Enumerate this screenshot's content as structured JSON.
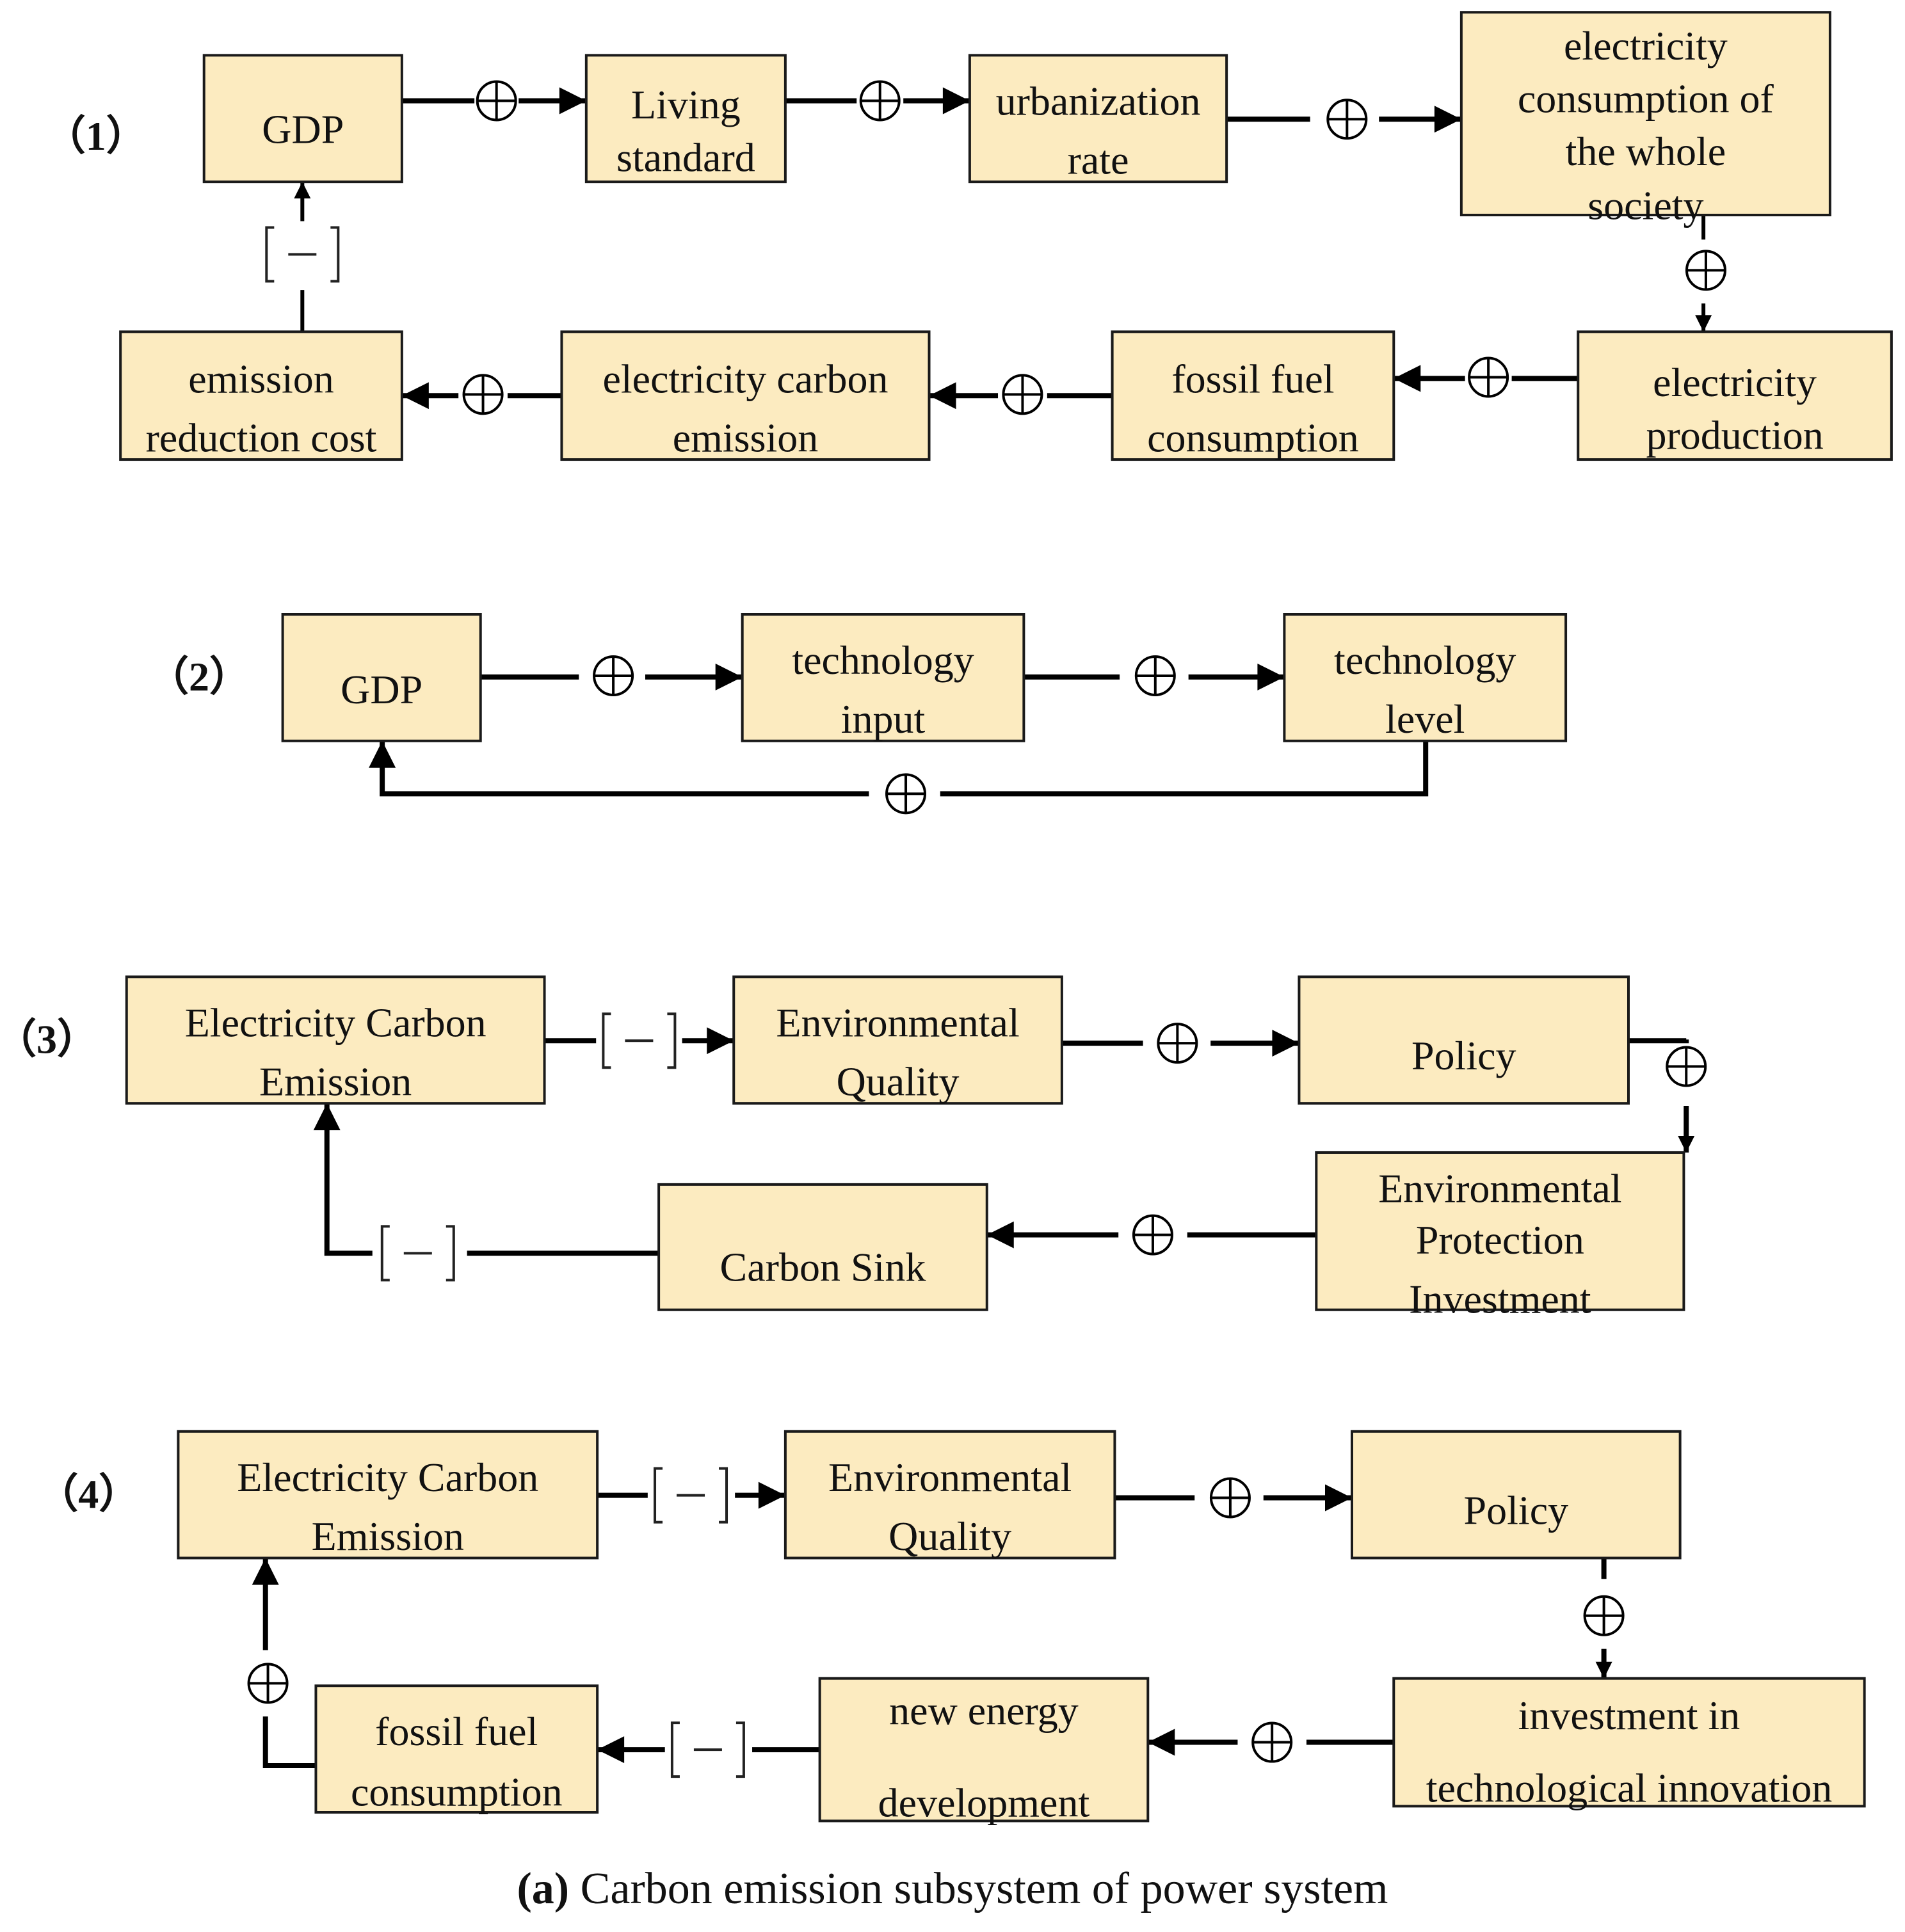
{
  "loops": [
    {
      "label": "（1）",
      "nodes": [
        {
          "id": "gdp",
          "lines": [
            "GDP"
          ]
        },
        {
          "id": "living-standard",
          "lines": [
            "Living",
            "standard"
          ]
        },
        {
          "id": "urbanization-rate",
          "lines": [
            "urbanization",
            "rate"
          ]
        },
        {
          "id": "electricity-consumption",
          "lines": [
            "electricity",
            "consumption of",
            "the whole",
            "society"
          ]
        },
        {
          "id": "electricity-production",
          "lines": [
            "electricity",
            "production"
          ]
        },
        {
          "id": "fossil-fuel-consumption",
          "lines": [
            "fossil fuel",
            "consumption"
          ]
        },
        {
          "id": "electricity-carbon-emission",
          "lines": [
            "electricity carbon",
            "emission"
          ]
        },
        {
          "id": "emission-reduction-cost",
          "lines": [
            "emission",
            "reduction cost"
          ]
        }
      ],
      "links": [
        {
          "from": "gdp",
          "to": "living-standard",
          "sign": "+"
        },
        {
          "from": "living-standard",
          "to": "urbanization-rate",
          "sign": "+"
        },
        {
          "from": "urbanization-rate",
          "to": "electricity-consumption",
          "sign": "+"
        },
        {
          "from": "electricity-consumption",
          "to": "electricity-production",
          "sign": "+"
        },
        {
          "from": "electricity-production",
          "to": "fossil-fuel-consumption",
          "sign": "+"
        },
        {
          "from": "fossil-fuel-consumption",
          "to": "electricity-carbon-emission",
          "sign": "+"
        },
        {
          "from": "electricity-carbon-emission",
          "to": "emission-reduction-cost",
          "sign": "+"
        },
        {
          "from": "emission-reduction-cost",
          "to": "gdp",
          "sign": "-"
        }
      ]
    },
    {
      "label": "（2）",
      "nodes": [
        {
          "id": "gdp",
          "lines": [
            "GDP"
          ]
        },
        {
          "id": "technology-input",
          "lines": [
            "technology",
            "input"
          ]
        },
        {
          "id": "technology-level",
          "lines": [
            "technology",
            "level"
          ]
        }
      ],
      "links": [
        {
          "from": "gdp",
          "to": "technology-input",
          "sign": "+"
        },
        {
          "from": "technology-input",
          "to": "technology-level",
          "sign": "+"
        },
        {
          "from": "technology-level",
          "to": "gdp",
          "sign": "+"
        }
      ]
    },
    {
      "label": "（3）",
      "nodes": [
        {
          "id": "electricity-carbon-emission",
          "lines": [
            "Electricity Carbon",
            "Emission"
          ]
        },
        {
          "id": "environmental-quality",
          "lines": [
            "Environmental",
            "Quality"
          ]
        },
        {
          "id": "policy",
          "lines": [
            "Policy"
          ]
        },
        {
          "id": "environmental-protection-investment",
          "lines": [
            "Environmental",
            "Protection",
            "Investment"
          ]
        },
        {
          "id": "carbon-sink",
          "lines": [
            "Carbon Sink"
          ]
        }
      ],
      "links": [
        {
          "from": "electricity-carbon-emission",
          "to": "environmental-quality",
          "sign": "-"
        },
        {
          "from": "environmental-quality",
          "to": "policy",
          "sign": "+"
        },
        {
          "from": "policy",
          "to": "environmental-protection-investment",
          "sign": "+"
        },
        {
          "from": "environmental-protection-investment",
          "to": "carbon-sink",
          "sign": "+"
        },
        {
          "from": "carbon-sink",
          "to": "electricity-carbon-emission",
          "sign": "-"
        }
      ]
    },
    {
      "label": "（4）",
      "nodes": [
        {
          "id": "electricity-carbon-emission",
          "lines": [
            "Electricity Carbon",
            "Emission"
          ]
        },
        {
          "id": "environmental-quality",
          "lines": [
            "Environmental",
            "Quality"
          ]
        },
        {
          "id": "policy",
          "lines": [
            "Policy"
          ]
        },
        {
          "id": "investment-technological-innovation",
          "lines": [
            "investment in",
            "technological innovation"
          ]
        },
        {
          "id": "new-energy-development",
          "lines": [
            "new energy",
            "development"
          ]
        },
        {
          "id": "fossil-fuel-consumption",
          "lines": [
            "fossil fuel",
            "consumption"
          ]
        }
      ],
      "links": [
        {
          "from": "electricity-carbon-emission",
          "to": "environmental-quality",
          "sign": "-"
        },
        {
          "from": "environmental-quality",
          "to": "policy",
          "sign": "+"
        },
        {
          "from": "policy",
          "to": "investment-technological-innovation",
          "sign": "+"
        },
        {
          "from": "investment-technological-innovation",
          "to": "new-energy-development",
          "sign": "+"
        },
        {
          "from": "new-energy-development",
          "to": "fossil-fuel-consumption",
          "sign": "-"
        },
        {
          "from": "fossil-fuel-consumption",
          "to": "electricity-carbon-emission",
          "sign": "+"
        }
      ]
    }
  ],
  "caption": {
    "tag": "(a)",
    "text": " Carbon emission subsystem of power system"
  }
}
